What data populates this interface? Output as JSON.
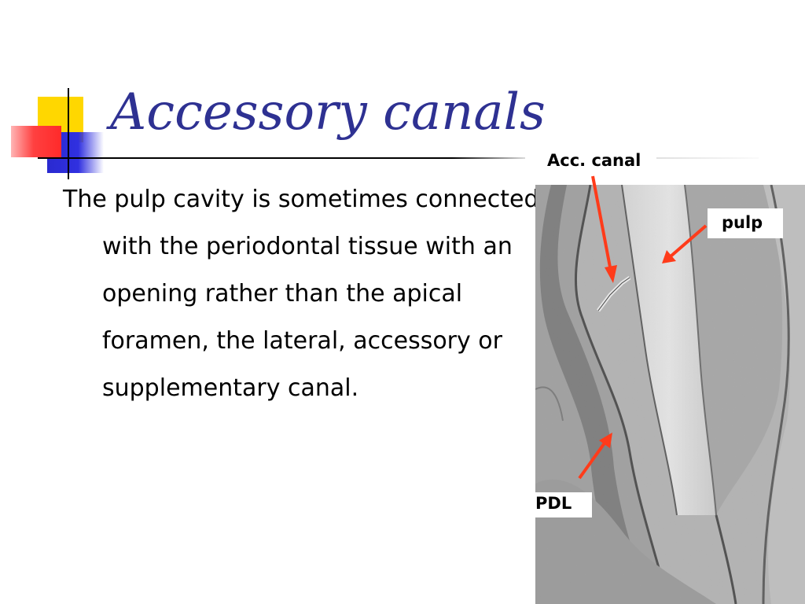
{
  "slide": {
    "title": "Accessory canals",
    "body": "The pulp cavity is sometimes connected with the periodontal tissue with an opening rather than the apical foramen, the lateral, accessory or supplementary canal."
  },
  "figure": {
    "labels": {
      "acc_canal": "Acc. canal",
      "pulp": "pulp",
      "pdl": "PDL"
    },
    "arrow_color": "#ff3b1a"
  },
  "colors": {
    "title": "#2e3192",
    "accent_yellow": "#ffd700",
    "accent_blue": "#2a2ad0",
    "accent_red": "#ff2a2a"
  }
}
